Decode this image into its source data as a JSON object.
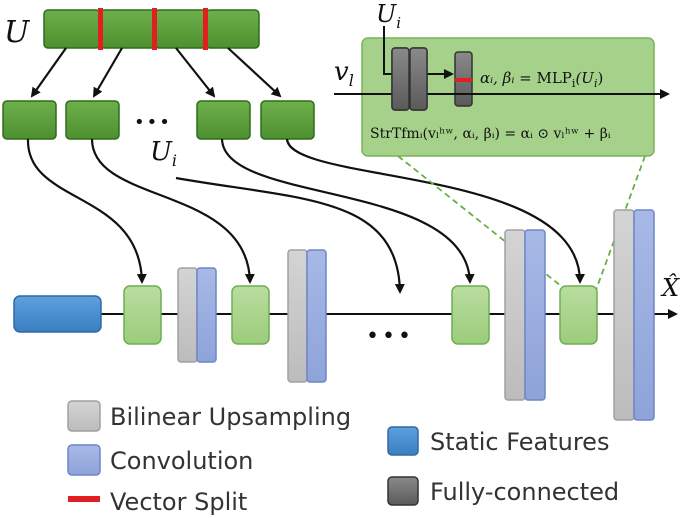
{
  "diagram": {
    "labels": {
      "u_vector": "U",
      "u_i_top": "U",
      "u_i_top_sub": "i",
      "u_i_mid": "U",
      "u_i_mid_sub": "i",
      "v_l": "v",
      "v_l_sub": "l",
      "x_hat": "X̂",
      "ellipsis_top": "•••",
      "ellipsis_mid": "•••"
    },
    "inset": {
      "mlp_eq_lhs": "αᵢ, βᵢ = ",
      "mlp_eq_fn": "MLP",
      "mlp_eq_sub": "i",
      "mlp_eq_arg": "(U",
      "mlp_eq_arg_sub": "i",
      "mlp_eq_close": ")",
      "strtfm_formula": "StrTfmᵢ(vₗʰʷ, αᵢ, βᵢ) = αᵢ ⊙ vₗʰʷ + βᵢ"
    },
    "legend": [
      {
        "label": "Bilinear Upsampling",
        "color": "#c8c8c8",
        "stroke": "#a0a0a0"
      },
      {
        "label": "Convolution",
        "color": "#9aaee0",
        "stroke": "#6f86c8"
      },
      {
        "label": "Vector Split",
        "color": "#e02020",
        "stroke": "#e02020"
      },
      {
        "label": "Static Features",
        "color": "#4a8fd0",
        "stroke": "#2d6aa6"
      },
      {
        "label": "Fully-connected",
        "color": "#777777",
        "stroke": "#333333"
      }
    ],
    "colors": {
      "embedding_green": "#5a9e3a",
      "embedding_stroke": "#2e6b1d",
      "strtfm_green": "#a9d58c",
      "strtfm_stroke": "#6fae52",
      "inset_bg": "#a6d18b",
      "split_red": "#e02020",
      "dashed_green": "#66b044"
    }
  }
}
